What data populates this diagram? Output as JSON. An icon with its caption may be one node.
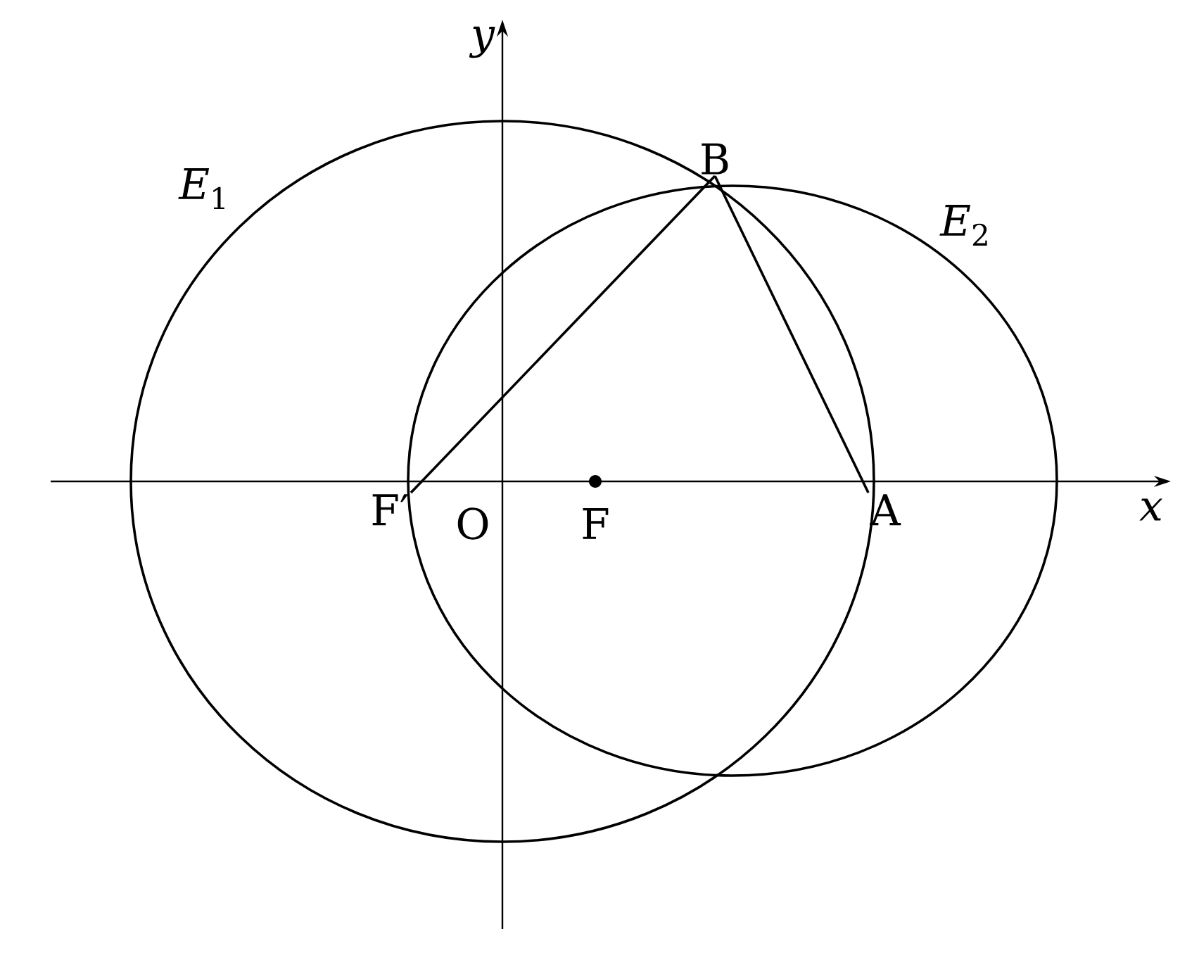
{
  "diagram": {
    "nodes": [
      {
        "text": [
          "F′"
        ]
      },
      {
        "text": [
          "A"
        ]
      },
      {
        "text": [
          "B"
        ]
      }
    ],
    "edges": [
      {
        "from": 0,
        "to": 2,
        "arrow": "none"
      },
      {
        "from": 2,
        "to": 1,
        "arrow": "none"
      }
    ],
    "labels": [
      "y",
      "x",
      "O",
      "F",
      "*E*$_{1}$",
      "*E*$_{2}$"
    ]
  }
}
